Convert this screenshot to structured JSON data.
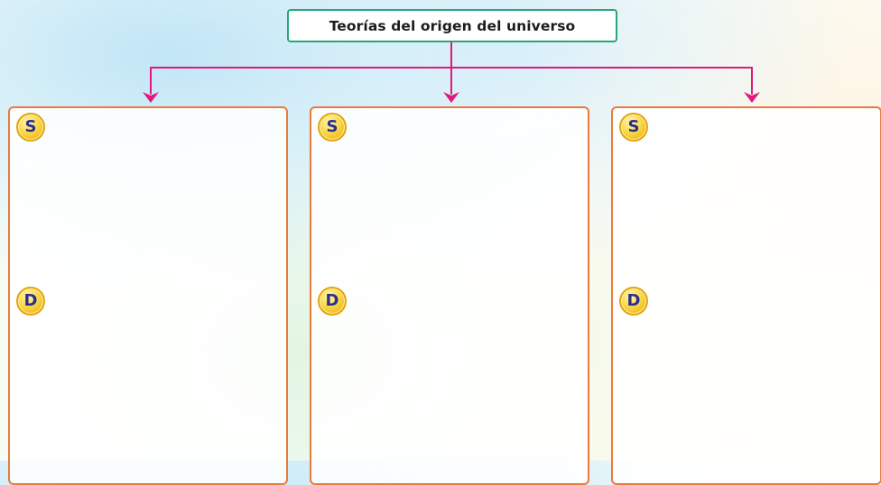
{
  "title": "Teorías del origen del universo",
  "colors": {
    "title_border": "#2aa57a",
    "connector": "#e0197d",
    "panel_border": "#ea7a3e",
    "badge_fill": "#f9dc4e",
    "badge_text": "#2d2d8e"
  },
  "panels": [
    {
      "badges": {
        "top": "S",
        "bottom": "D"
      }
    },
    {
      "badges": {
        "top": "S",
        "bottom": "D"
      }
    },
    {
      "badges": {
        "top": "S",
        "bottom": "D"
      }
    }
  ]
}
